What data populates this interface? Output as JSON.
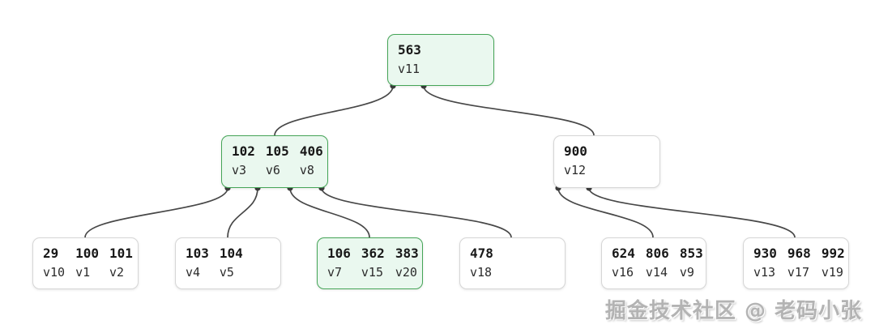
{
  "diagram": {
    "type": "btree",
    "watermark": "掘金技术社区 @ 老码小张",
    "colors": {
      "highlight_fill": "#eaf8ef",
      "highlight_border": "#45a557",
      "node_fill": "#ffffff",
      "node_border": "#d6d6d6",
      "edge": "#474747",
      "connector_dot": "#3d3d3d",
      "key_text": "#181818",
      "value_text": "#2b2b2b",
      "watermark_text": "#b3b3b3"
    },
    "nodes": {
      "root": {
        "keys": [
          "563"
        ],
        "values": [
          "v11"
        ],
        "highlighted": true
      },
      "n2a": {
        "keys": [
          "102",
          "105",
          "406"
        ],
        "values": [
          "v3",
          "v6",
          "v8"
        ],
        "highlighted": true
      },
      "n2b": {
        "keys": [
          "900"
        ],
        "values": [
          "v12"
        ],
        "highlighted": false
      },
      "leaf1": {
        "keys": [
          "29",
          "100",
          "101"
        ],
        "values": [
          "v10",
          "v1",
          "v2"
        ],
        "highlighted": false
      },
      "leaf2": {
        "keys": [
          "103",
          "104"
        ],
        "values": [
          "v4",
          "v5"
        ],
        "highlighted": false
      },
      "leaf3": {
        "keys": [
          "106",
          "362",
          "383"
        ],
        "values": [
          "v7",
          "v15",
          "v20"
        ],
        "highlighted": true
      },
      "leaf4": {
        "keys": [
          "478"
        ],
        "values": [
          "v18"
        ],
        "highlighted": false
      },
      "leaf5": {
        "keys": [
          "624",
          "806",
          "853"
        ],
        "values": [
          "v16",
          "v14",
          "v9"
        ],
        "highlighted": false
      },
      "leaf6": {
        "keys": [
          "930",
          "968",
          "992"
        ],
        "values": [
          "v13",
          "v17",
          "v19"
        ],
        "highlighted": false
      }
    }
  }
}
